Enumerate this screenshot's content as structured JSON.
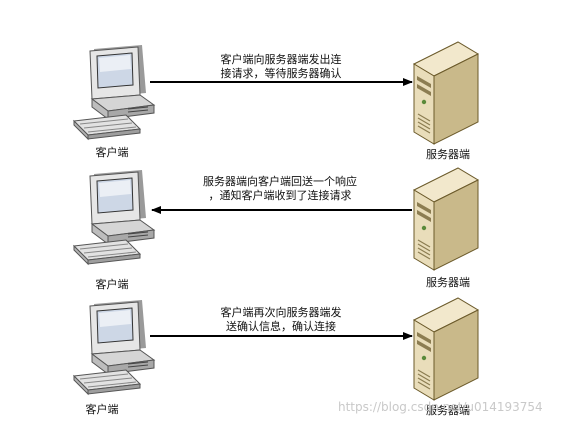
{
  "steps": [
    {
      "client_label": "客户端",
      "server_label": "服务器端",
      "message_line1": "客户端向服务器端发出连",
      "message_line2": "接请求，等待服务器确认",
      "direction": "client-to-server"
    },
    {
      "client_label": "客户端",
      "server_label": "服务器端",
      "message_line1": "服务器端向客户端回送一个响应",
      "message_line2": "，通知客户端收到了连接请求",
      "direction": "server-to-client"
    },
    {
      "client_label": "客户端",
      "server_label": "服务器端",
      "message_line1": "客户端再次向服务器端发",
      "message_line2": "送确认信息，确认连接",
      "direction": "client-to-server"
    }
  ],
  "watermark": "https://blog.csdn.net/u014193754"
}
